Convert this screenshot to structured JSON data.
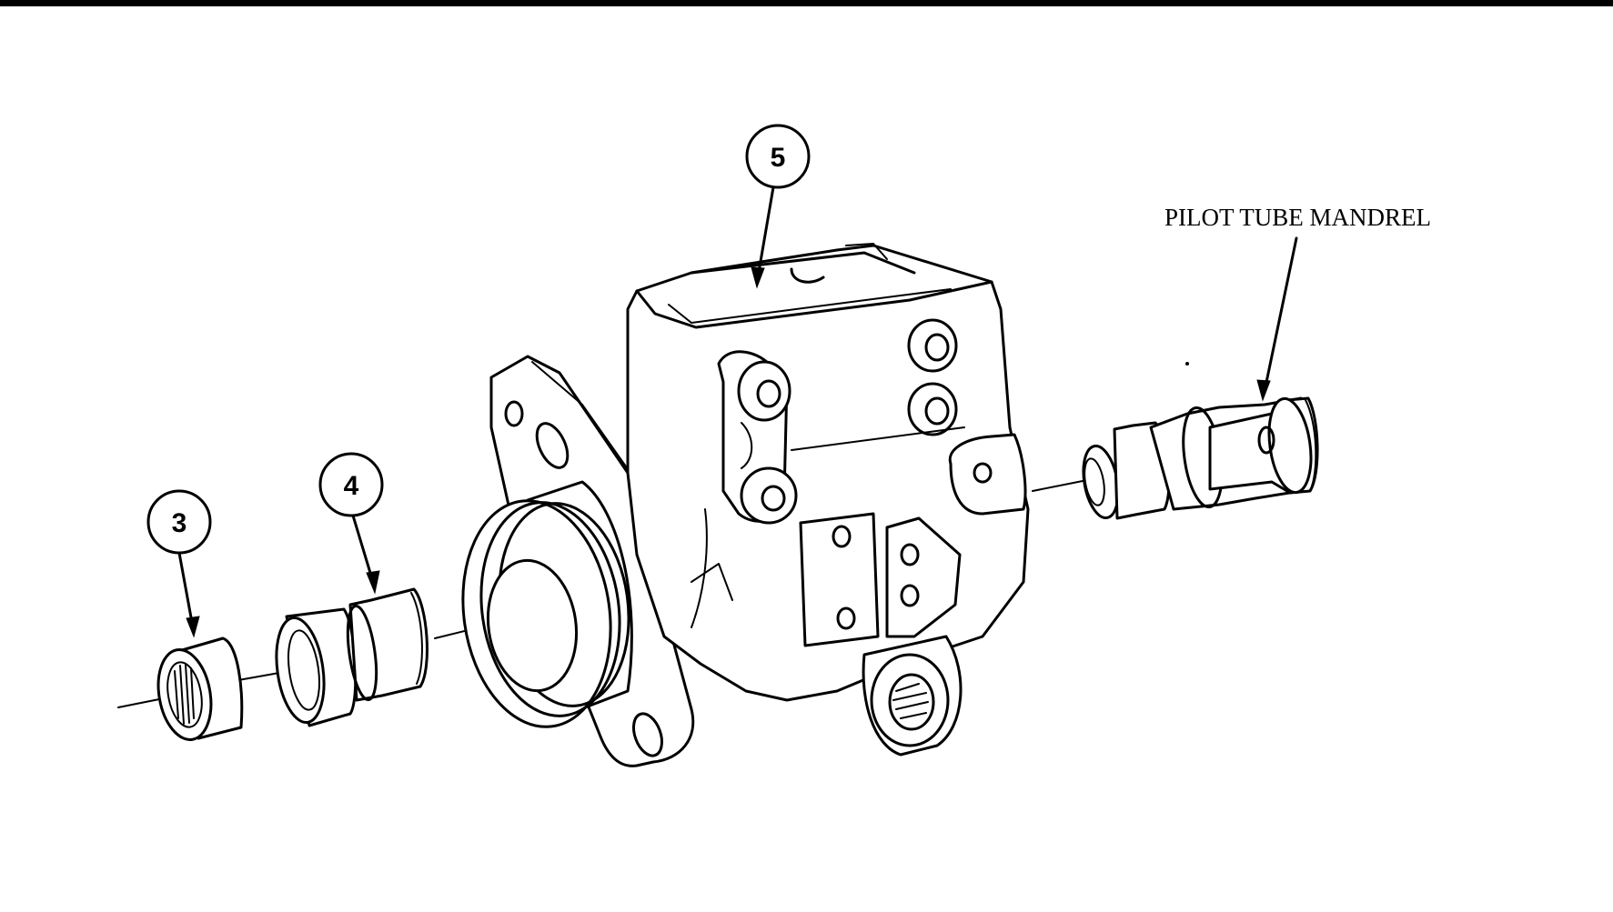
{
  "callouts": [
    {
      "id": "3",
      "label": "3"
    },
    {
      "id": "4",
      "label": "4"
    },
    {
      "id": "5",
      "label": "5"
    }
  ],
  "labels": {
    "pilot_tube_mandrel": "PILOT TUBE MANDREL"
  },
  "colors": {
    "ink": "#000000",
    "paper": "#ffffff"
  }
}
